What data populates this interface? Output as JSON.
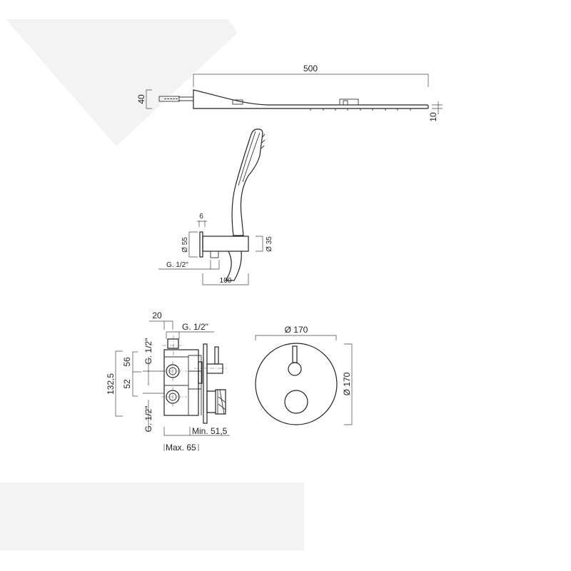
{
  "background": {
    "shape_color": "#f3f3f3",
    "line_color": "#333333"
  },
  "rain_shower": {
    "length": "500",
    "height": "40",
    "thickness": "10"
  },
  "hand_shower": {
    "flange_thickness": "6",
    "flange_diameter": "Ø 55",
    "body_diameter": "Ø 35",
    "connection": "G. 1/2\"",
    "depth": "100"
  },
  "mixer_side": {
    "offset": "20",
    "top_connection": "G. 1/2\"",
    "upper_connection": "G. 1/2\"",
    "lower_connection": "G. 1/2\"",
    "total_height": "132,5",
    "upper_spacing": "56",
    "lower_spacing": "52",
    "min_depth": "Min. 51,5",
    "max_depth": "Max. 65"
  },
  "mixer_front": {
    "width": "Ø 170",
    "height": "Ø 170"
  }
}
